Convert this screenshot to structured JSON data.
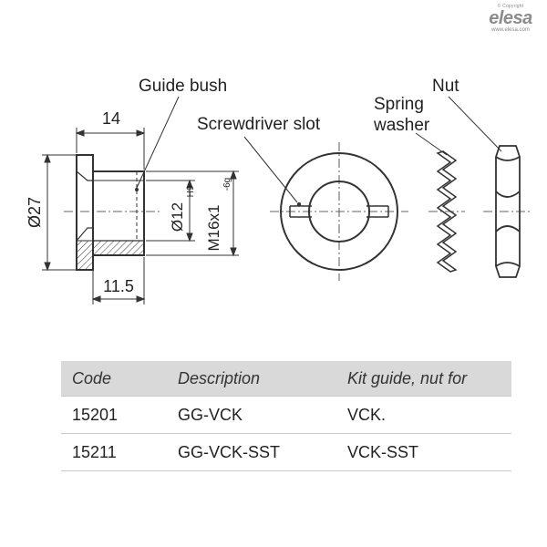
{
  "logo": {
    "copyright": "© Copyright",
    "brand": "elesa",
    "url": "www.elesa.com"
  },
  "labels": {
    "guide_bush": "Guide bush",
    "screwdriver_slot": "Screwdriver slot",
    "spring_washer_line1": "Spring",
    "spring_washer_line2": "washer",
    "nut": "Nut"
  },
  "dimensions": {
    "width_14": "14",
    "width_11_5": "11.5",
    "dia_27": "Ø27",
    "dia_12": "Ø12",
    "dia_12_tol": "H9",
    "thread": "M16x1",
    "thread_tol": "-6g"
  },
  "table": {
    "headers": [
      "Code",
      "Description",
      "Kit guide, nut for"
    ],
    "rows": [
      [
        "15201",
        "GG-VCK",
        "VCK."
      ],
      [
        "15211",
        "GG-VCK-SST",
        "VCK-SST"
      ]
    ]
  }
}
